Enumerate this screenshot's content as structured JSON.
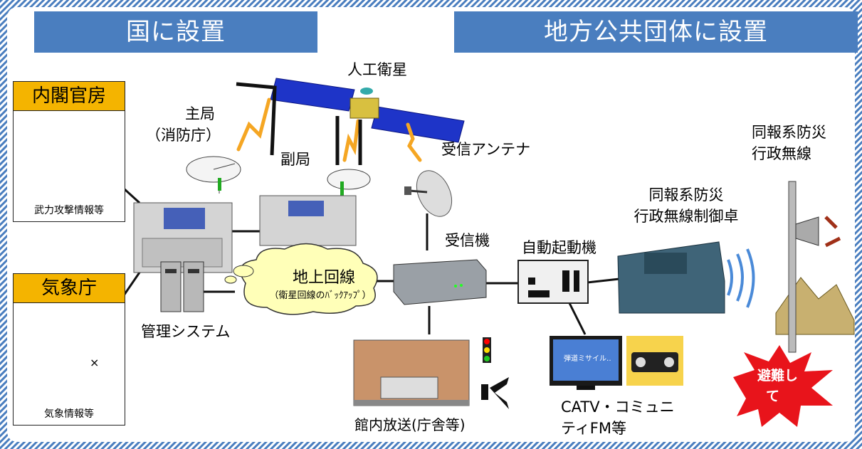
{
  "headers": {
    "national": "国に設置",
    "local": "地方公共団体に設置"
  },
  "cabinet": {
    "title": "内閣官房",
    "caption": "武力攻撃情報等"
  },
  "jma": {
    "title": "気象庁",
    "caption": "気象情報等"
  },
  "main_station": {
    "line1": "主局",
    "line2": "（消防庁）"
  },
  "satellite_label": "人工衛星",
  "sub_station": "副局",
  "receive_antenna": "受信アンテナ",
  "receiver": "受信機",
  "auto_starter": "自動起動機",
  "mgmt_system": "管理システム",
  "ground_line": {
    "main": "地上回線",
    "sub": "（衛星回線のﾊﾞｯｸｱｯﾌﾟ）"
  },
  "control_console": {
    "line1": "同報系防災",
    "line2": "行政無線制御卓"
  },
  "pole_label": {
    "line1": "同報系防災",
    "line2": "行政無線"
  },
  "pa_label": "館内放送(庁舎等)",
  "catv": {
    "line1": "CATV・コミュニ",
    "line2": "ティFM等",
    "screen_text": "弾道ミサイル‥"
  },
  "evac": {
    "line1": "避難し",
    "line2": "て"
  },
  "map_mark": "×",
  "colors": {
    "header_blue": "#4a7ebf",
    "frame_blue": "#4a7ebf",
    "org_orange": "#f4b400",
    "cloud_yellow": "#ffffb8",
    "burst_red": "#e8141b"
  }
}
